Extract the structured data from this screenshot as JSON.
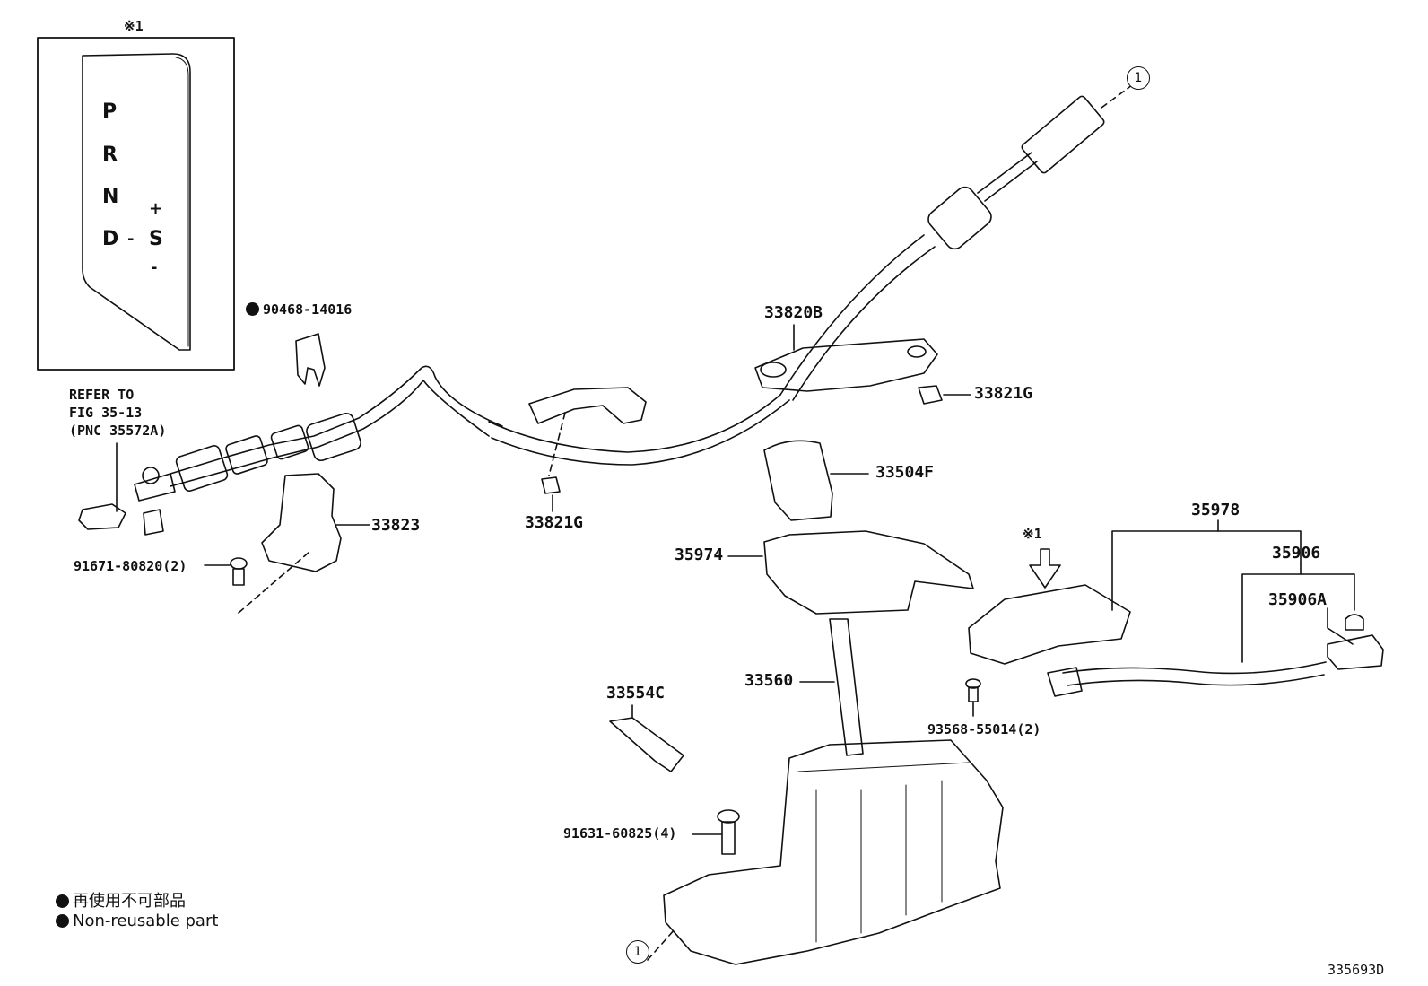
{
  "inset": {
    "ref_mark": "※1",
    "gears": [
      "P",
      "R",
      "N",
      "D",
      "-",
      "S",
      "+",
      "-"
    ]
  },
  "labels": {
    "p90468": "90468-14016",
    "refer_line1": "REFER TO",
    "refer_line2": "FIG 35-13",
    "refer_line3": "(PNC 35572A)",
    "p33823": "33823",
    "p91671": "91671-80820(2)",
    "p33821g_left": "33821G",
    "p33820b": "33820B",
    "p33821g_right": "33821G",
    "p33504f": "33504F",
    "p35974": "35974",
    "p35978": "35978",
    "p35906": "35906",
    "p35906a": "35906A",
    "ref_mark2": "※1",
    "p93568": "93568-55014(2)",
    "p33560": "33560",
    "p33554c": "33554C",
    "p91631": "91631-60825(4)",
    "circle1_top": "1",
    "circle1_bottom": "1",
    "diagram_id": "335693D"
  },
  "legend": {
    "line1": "再使用不可部品",
    "line2": "Non-reusable part"
  },
  "colors": {
    "ink": "#111111",
    "background": "#ffffff"
  }
}
